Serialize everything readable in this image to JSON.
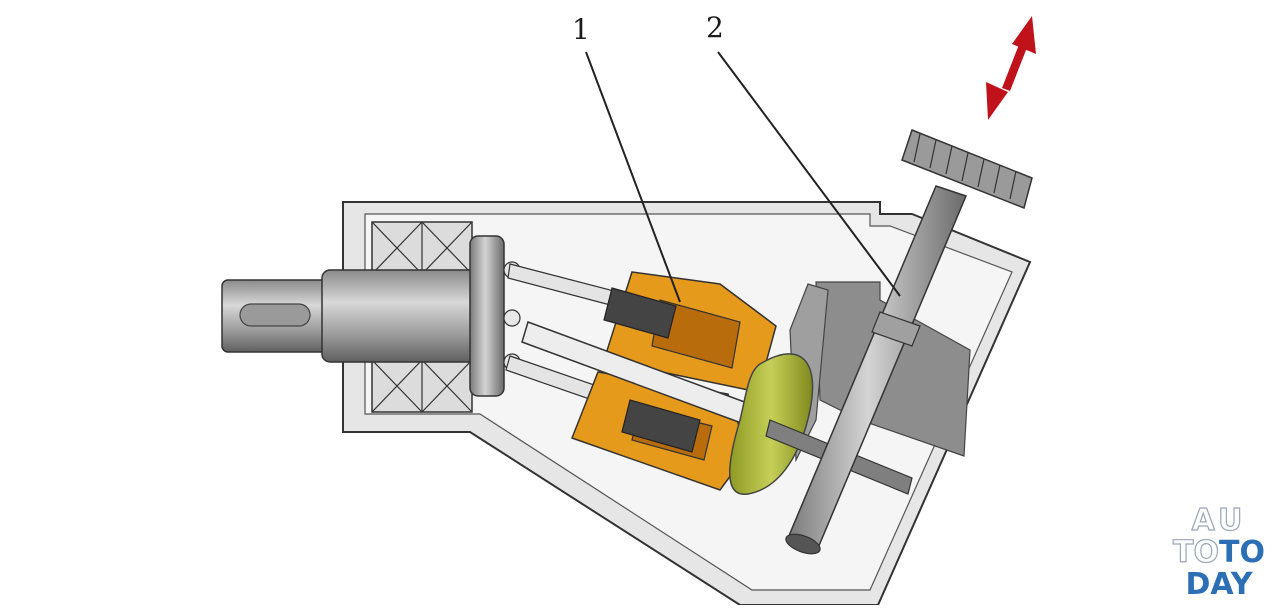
{
  "callouts": [
    {
      "id": "1",
      "text": "1"
    },
    {
      "id": "2",
      "text": "2"
    }
  ],
  "watermark": {
    "line1": "AU",
    "line2a": "TO",
    "line2b": "TO",
    "line3": "DAY"
  },
  "colors": {
    "housing_fill": "#e6e6e6",
    "housing_stroke": "#333333",
    "cavity_fill": "#f7f7f7",
    "steel": "#b7b7b7",
    "steel_dark": "#6e6e6e",
    "cylinder_block": "#e59a1c",
    "cylinder_block_dark": "#b86c0c",
    "swash_plate": "#a9b53a",
    "arrow": "#c0121b",
    "bearing": "#d9d9d9"
  }
}
